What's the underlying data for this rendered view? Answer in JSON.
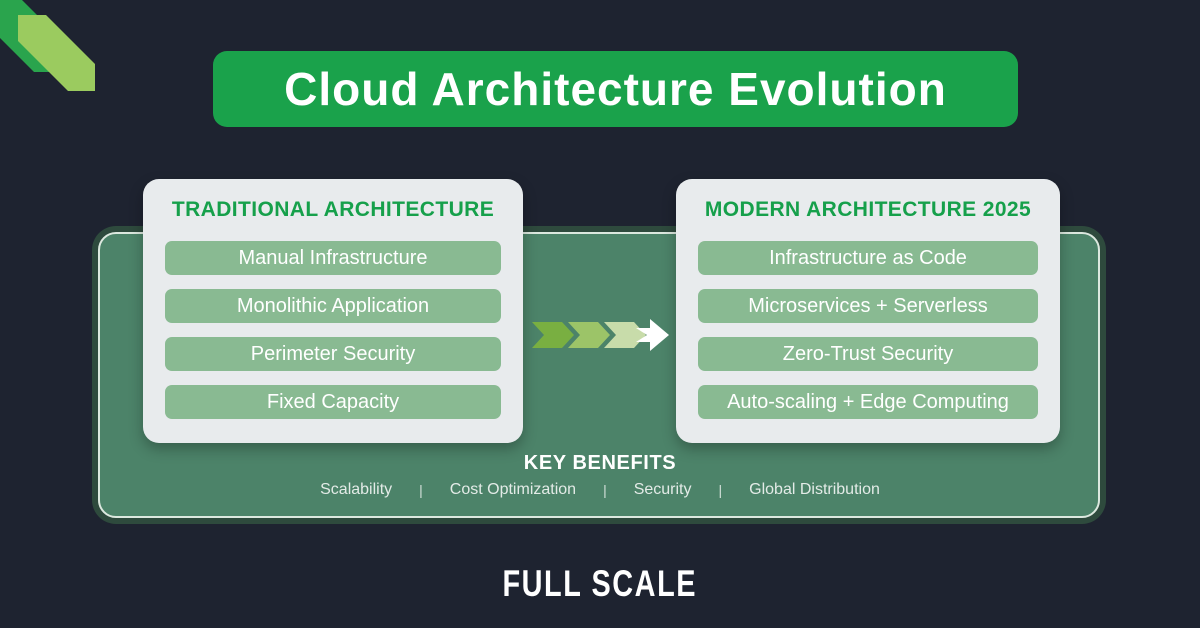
{
  "title": {
    "text": "Cloud Architecture Evolution"
  },
  "cards": {
    "traditional": {
      "title": "TRADITIONAL ARCHITECTURE",
      "items": [
        "Manual Infrastructure",
        "Monolithic Application",
        "Perimeter Security",
        "Fixed Capacity"
      ]
    },
    "modern": {
      "title": "MODERN ARCHITECTURE 2025",
      "items": [
        "Infrastructure as Code",
        "Microservices + Serverless",
        "Zero-Trust Security",
        "Auto-scaling + Edge Computing"
      ]
    }
  },
  "benefits": {
    "title": "KEY BENEFITS",
    "separator": "|",
    "items": [
      "Scalability",
      "Cost Optimization",
      "Security",
      "Global Distribution"
    ]
  },
  "footer": {
    "brand": "FULL SCALE"
  },
  "colors": {
    "background": "#1e2330",
    "banner_green": "#1aa24b",
    "heading_green": "#16a04b",
    "pill_green": "#89ba92",
    "panel_green": "#4c8369",
    "panel_edge": "#2e4a3d",
    "panel_outline": "#dce8df",
    "card_gray": "#e8ebed",
    "ribbon_dark": "#2aa44d",
    "ribbon_light": "#9bcb5f",
    "arrow_chevron_1": "#79af41",
    "arrow_chevron_2": "#9cc468",
    "arrow_chevron_3": "#c8dcaa",
    "arrow_head": "#ffffff",
    "benefit_text": "#e3ebe7"
  }
}
